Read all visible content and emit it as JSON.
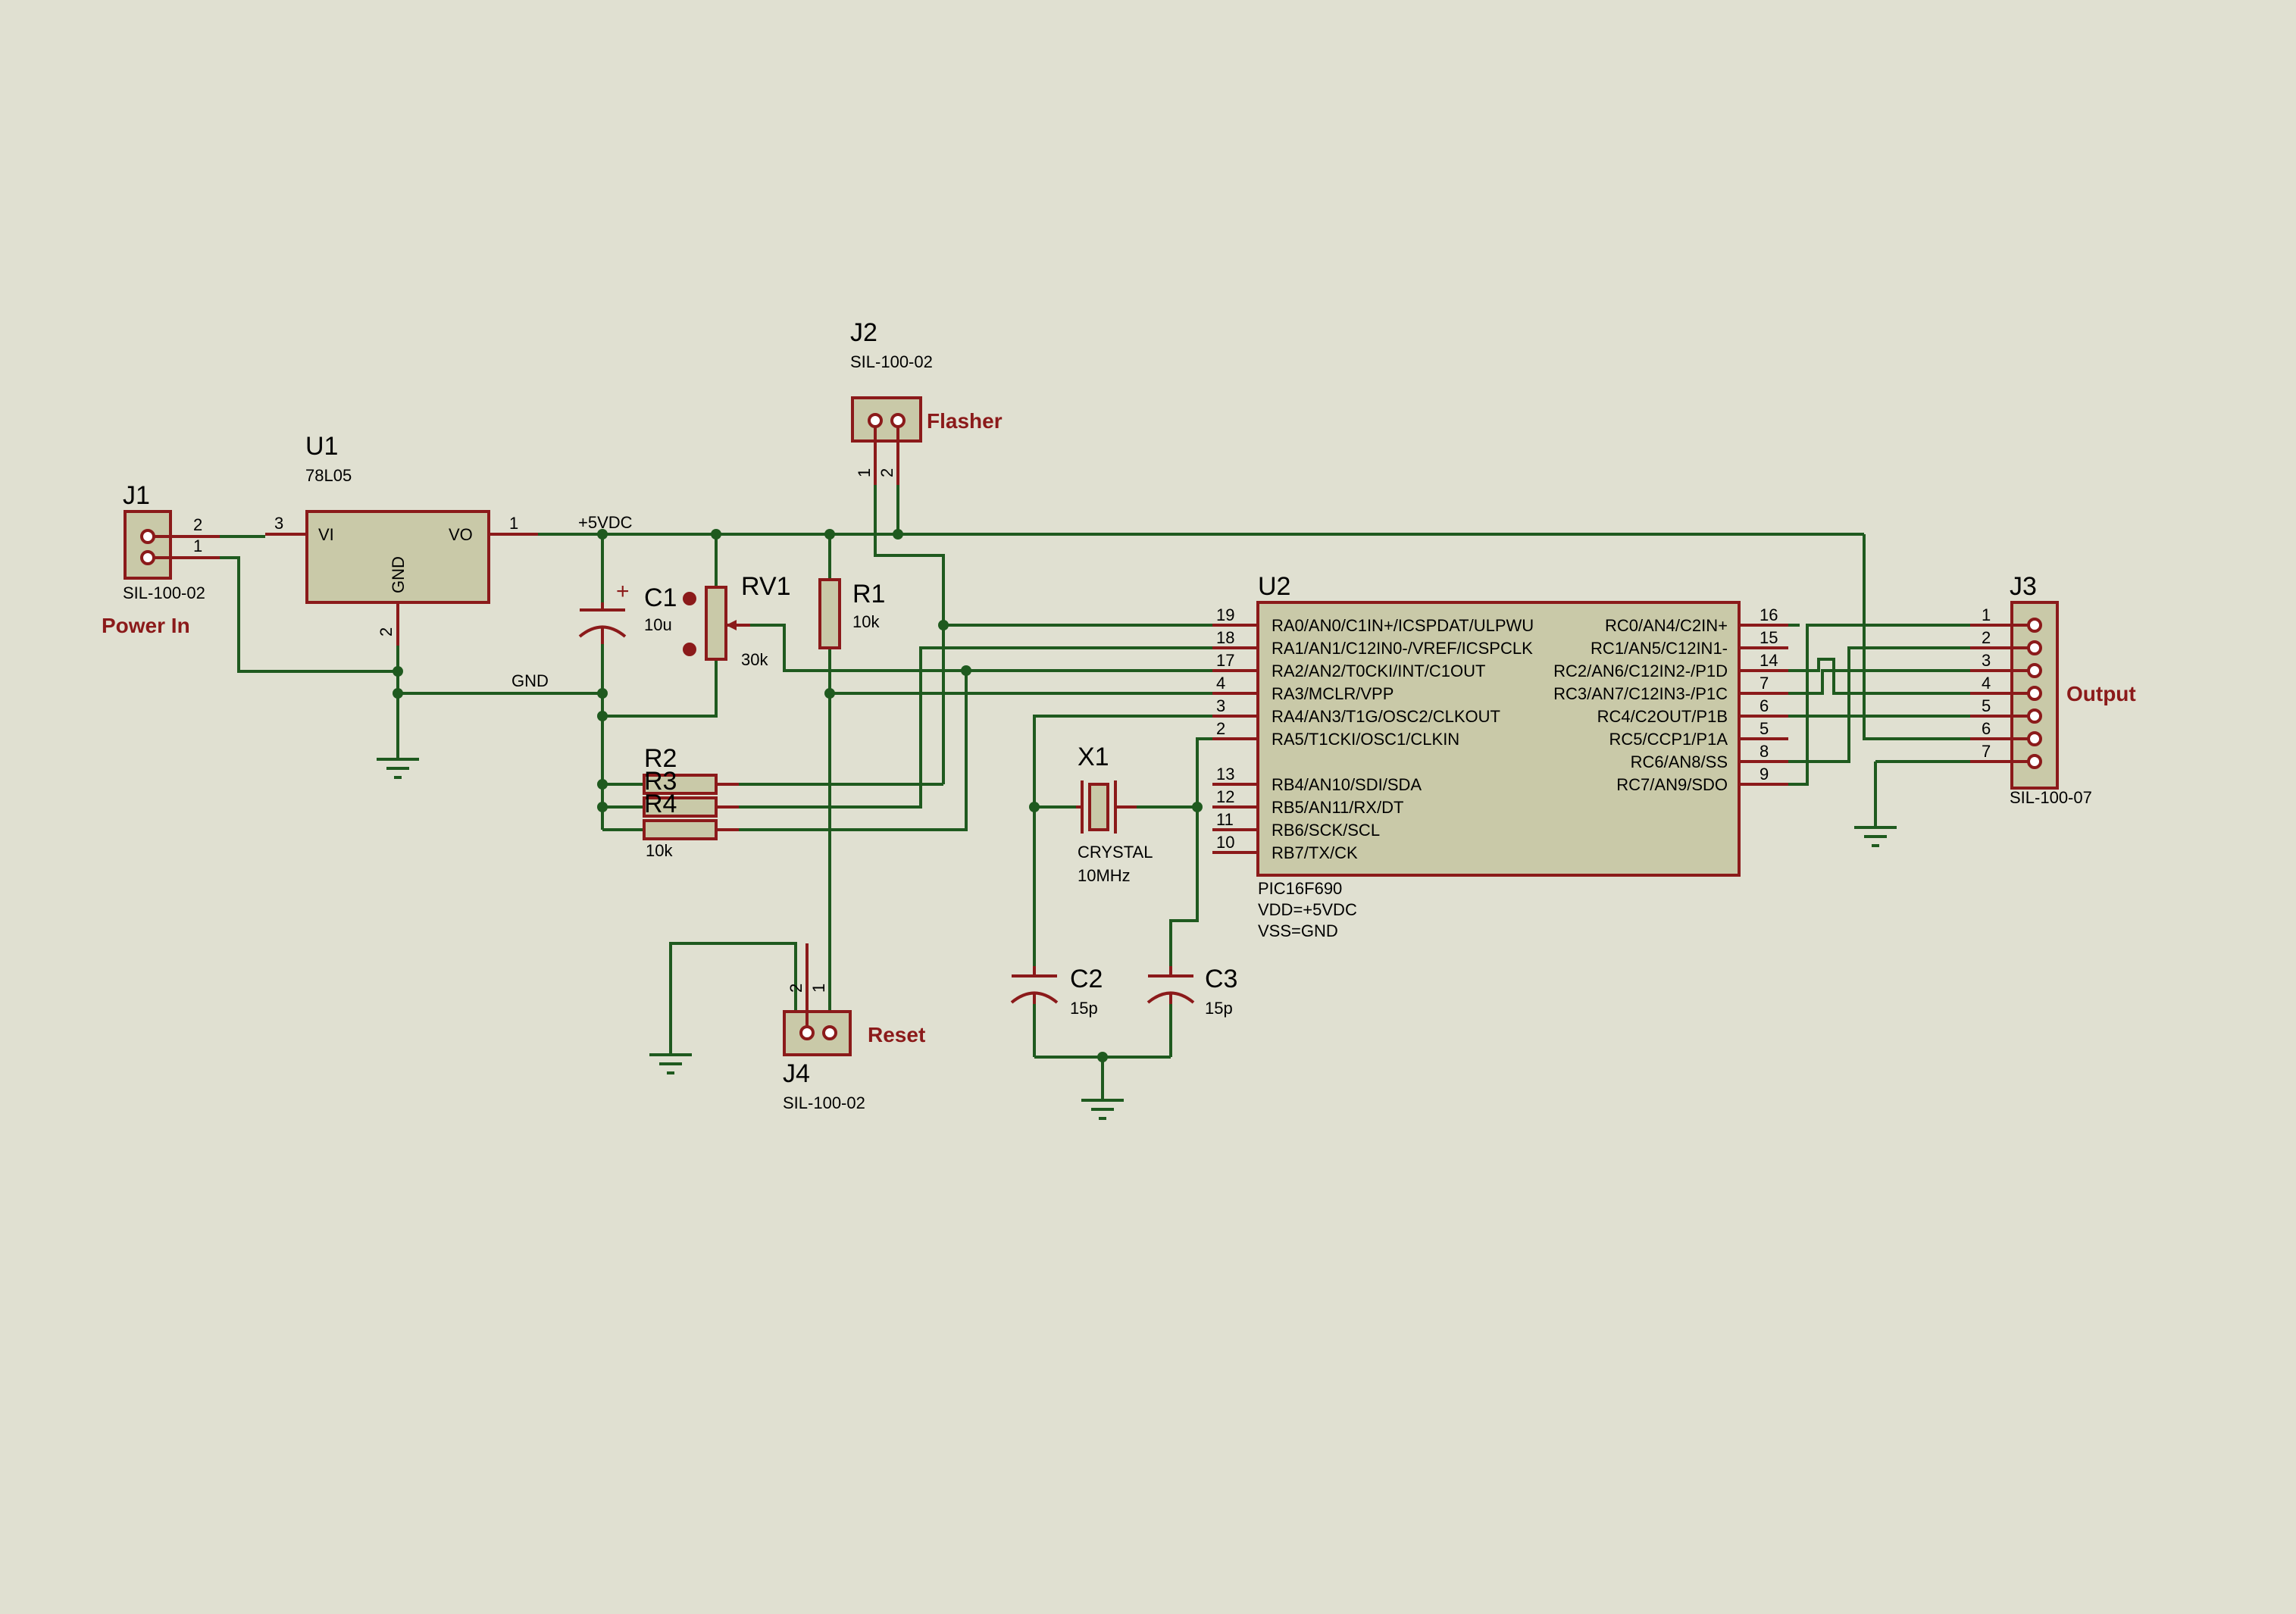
{
  "components": {
    "j1": {
      "ref": "J1",
      "value": "SIL-100-02",
      "label": "Power In",
      "pins": [
        "2",
        "1"
      ]
    },
    "u1": {
      "ref": "U1",
      "value": "78L05",
      "vi": "VI",
      "vo": "VO",
      "gnd": "GND",
      "pin_vi": "3",
      "pin_vo": "1",
      "pin_gnd": "2"
    },
    "j2": {
      "ref": "J2",
      "value": "SIL-100-02",
      "label": "Flasher",
      "pins": [
        "1",
        "2"
      ]
    },
    "c1": {
      "ref": "C1",
      "value": "10u",
      "plus": "+"
    },
    "rv1": {
      "ref": "RV1",
      "value": "30k"
    },
    "r1": {
      "ref": "R1",
      "value": "10k"
    },
    "r2": {
      "ref": "R2"
    },
    "r3": {
      "ref": "R3"
    },
    "r4": {
      "ref": "R4",
      "value": "10k"
    },
    "j4": {
      "ref": "J4",
      "value": "SIL-100-02",
      "label": "Reset",
      "pins": [
        "2",
        "1"
      ]
    },
    "x1": {
      "ref": "X1",
      "value": "CRYSTAL",
      "freq": "10MHz"
    },
    "c2": {
      "ref": "C2",
      "value": "15p"
    },
    "c3": {
      "ref": "C3",
      "value": "15p"
    },
    "u2": {
      "ref": "U2",
      "part": "PIC16F690",
      "vdd": "VDD=+5VDC",
      "vss": "VSS=GND",
      "left_pins": [
        {
          "num": "19",
          "name": "RA0/AN0/C1IN+/ICSPDAT/ULPWU"
        },
        {
          "num": "18",
          "name": "RA1/AN1/C12IN0-/VREF/ICSPCLK"
        },
        {
          "num": "17",
          "name": "RA2/AN2/T0CKI/INT/C1OUT"
        },
        {
          "num": "4",
          "name": "RA3/MCLR/VPP"
        },
        {
          "num": "3",
          "name": "RA4/AN3/T1G/OSC2/CLKOUT"
        },
        {
          "num": "2",
          "name": "RA5/T1CKI/OSC1/CLKIN"
        },
        {
          "num": "13",
          "name": "RB4/AN10/SDI/SDA"
        },
        {
          "num": "12",
          "name": "RB5/AN11/RX/DT"
        },
        {
          "num": "11",
          "name": "RB6/SCK/SCL"
        },
        {
          "num": "10",
          "name": "RB7/TX/CK"
        }
      ],
      "right_pins": [
        {
          "num": "16",
          "name": "RC0/AN4/C2IN+"
        },
        {
          "num": "15",
          "name": "RC1/AN5/C12IN1-"
        },
        {
          "num": "14",
          "name": "RC2/AN6/C12IN2-/P1D"
        },
        {
          "num": "7",
          "name": "RC3/AN7/C12IN3-/P1C"
        },
        {
          "num": "6",
          "name": "RC4/C2OUT/P1B"
        },
        {
          "num": "5",
          "name": "RC5/CCP1/P1A"
        },
        {
          "num": "8",
          "name": "RC6/AN8/SS"
        },
        {
          "num": "9",
          "name": "RC7/AN9/SDO"
        }
      ]
    },
    "j3": {
      "ref": "J3",
      "value": "SIL-100-07",
      "label": "Output",
      "pins": [
        "1",
        "2",
        "3",
        "4",
        "5",
        "6",
        "7"
      ]
    }
  },
  "nets": {
    "vcc": "+5VDC",
    "gnd": "GND"
  }
}
